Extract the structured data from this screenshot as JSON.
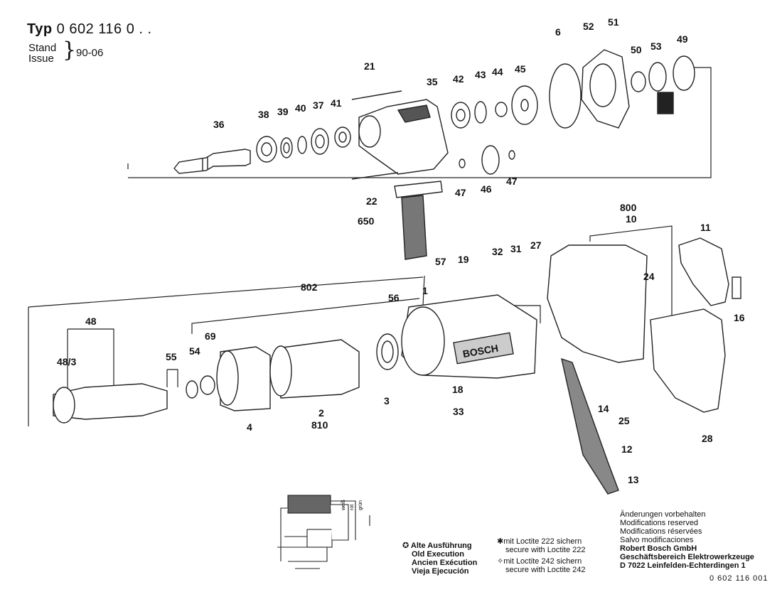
{
  "header": {
    "type_prefix": "Typ",
    "type_number": "0 602 116 0 . .",
    "stand_label": "Stand",
    "issue_label": "Issue",
    "date": "90-06"
  },
  "parts": [
    "36",
    "38",
    "39",
    "40",
    "37",
    "41",
    "21",
    "35",
    "42",
    "43",
    "44",
    "45",
    "6",
    "52",
    "51",
    "50",
    "53",
    "49",
    "22",
    "47",
    "46",
    "47",
    "650",
    "800",
    "10",
    "11",
    "57",
    "19",
    "32",
    "31",
    "27",
    "24",
    "16",
    "802",
    "1",
    "56",
    "48",
    "48/3",
    "55",
    "54",
    "69",
    "4",
    "2",
    "810",
    "3",
    "18",
    "33",
    "14",
    "25",
    "12",
    "13",
    "28"
  ],
  "legend": {
    "old_execution": [
      "Alte Ausführung",
      "Old Execution",
      "Ancien Exécution",
      "Vieja Ejecución"
    ],
    "loctite_222": [
      "mit Loctite 222 sichern",
      "secure with Loctite 222"
    ],
    "loctite_242": [
      "mit Loctite 242 sichern",
      "secure with Loctite 242"
    ]
  },
  "wiring": {
    "wire_labels": [
      "weiß",
      "rot",
      "grün"
    ]
  },
  "notes": {
    "lines": [
      "Änderungen vorbehalten",
      "Modifications reserved",
      "Modifications réservées",
      "Salvo modificaciones"
    ],
    "company": [
      "Robert Bosch GmbH",
      "Geschäftsbereich Elektrowerkzeuge",
      "D 7022 Leinfelden-Echterdingen 1"
    ]
  },
  "document_number": "0 602 116 001",
  "brand_plate": "BOSCH"
}
